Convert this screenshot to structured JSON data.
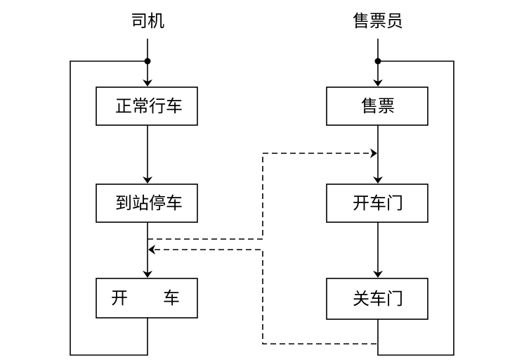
{
  "driver": {
    "title": "司机",
    "steps": [
      "正常行车",
      "到站停车",
      "开",
      "车"
    ]
  },
  "conductor": {
    "title": "售票员",
    "steps": [
      "售票",
      "开车门",
      "关车门"
    ]
  },
  "colors": {
    "stroke": "#000000",
    "background": "#ffffff"
  }
}
